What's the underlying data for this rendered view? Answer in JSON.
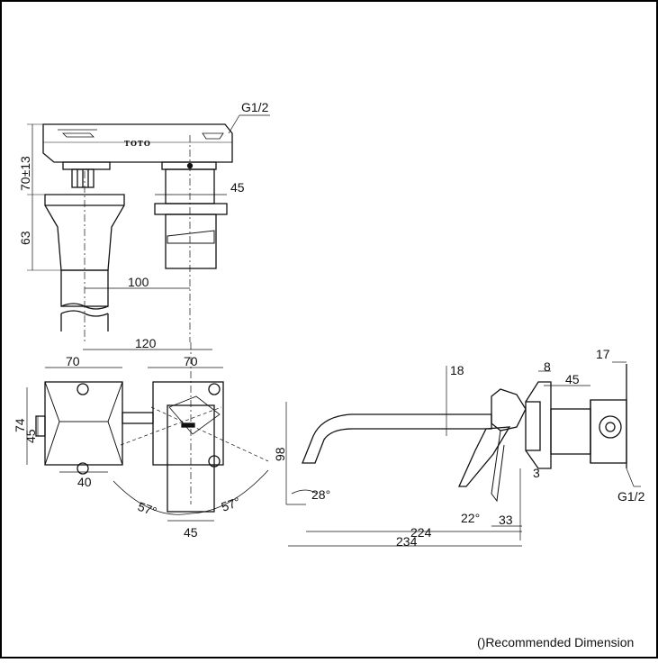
{
  "note": "()Recommended Dimension",
  "brand": "TOTO",
  "thread_label": "G1/2",
  "top_view": {
    "height_dim": "70±13",
    "spout_height": "63",
    "handle_dia": "45",
    "center_offset": "100"
  },
  "front_view": {
    "overall_width": "120",
    "left_plate": "70",
    "right_plate": "70",
    "plate_height": "74",
    "inner_height": "45",
    "bottom_width": "40",
    "handle_width": "45",
    "angle_left": "57°",
    "angle_right": "57°"
  },
  "side_view": {
    "spout_dia": "18",
    "flange": "8",
    "body_dia": "45",
    "valve_width": "17",
    "height": "98",
    "spout_angle": "28°",
    "handle_angle": "22°",
    "gap": "3",
    "offset": "33",
    "reach_to_outlet": "224",
    "reach_total": "234"
  }
}
